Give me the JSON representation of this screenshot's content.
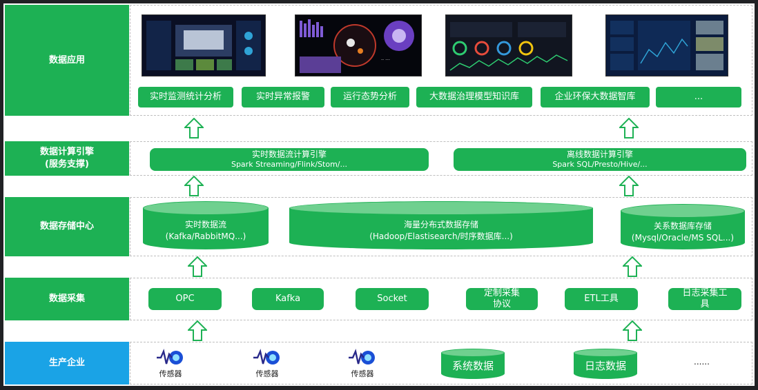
{
  "layers": {
    "app": {
      "label": "数据应用",
      "items": [
        "实时监测统计分析",
        "实时异常报警",
        "运行态势分析",
        "大数据治理模型知识库",
        "企业环保大数据智库",
        "..."
      ]
    },
    "compute": {
      "label_line1": "数据计算引擎",
      "label_line2": "(服务支撑)",
      "realtime": {
        "title": "实时数据流计算引擎",
        "sub": "Spark Streaming/Flink/Stom/..."
      },
      "offline": {
        "title": "离线数据计算引擎",
        "sub": "Spark SQL/Presto/Hive/..."
      }
    },
    "storage": {
      "label": "数据存储中心",
      "stream": {
        "title": "实时数据流",
        "sub": "(Kafka/RabbitMQ...)"
      },
      "distributed": {
        "title": "海量分布式数据存储",
        "sub": "(Hadoop/Elastisearch/时序数据库...)"
      },
      "relational": {
        "title": "关系数据库存储",
        "sub": "(Mysql/Oracle/MS SQL...)"
      }
    },
    "collect": {
      "label": "数据采集",
      "items": [
        "OPC",
        "Kafka",
        "Socket",
        "定制采集协议",
        "ETL工具",
        "日志采集工具"
      ]
    },
    "source": {
      "label": "生产企业",
      "sensor_label": "传感器",
      "system_data": "系统数据",
      "log_data": "日志数据",
      "more": "......"
    }
  },
  "colors": {
    "green": "#1db154",
    "light_green": "#6fd08f",
    "blue": "#1aa3e6",
    "background": "#202124"
  }
}
